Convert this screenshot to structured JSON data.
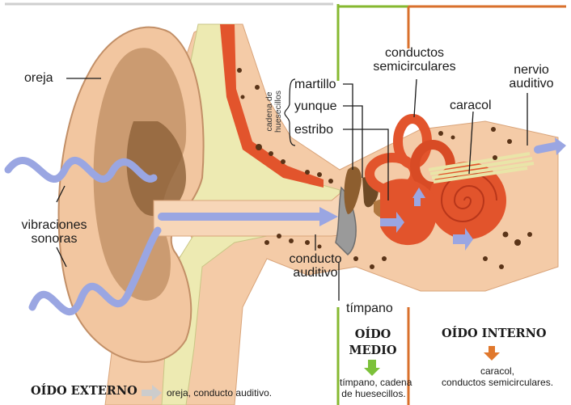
{
  "labels": {
    "oreja": "oreja",
    "vibraciones_line1": "vibraciones",
    "vibraciones_line2": "sonoras",
    "cadena_line1": "cadena de",
    "cadena_line2": "huesecillos",
    "martillo": "martillo",
    "yunque": "yunque",
    "estribo": "estribo",
    "conductos_line1": "conductos",
    "conductos_line2": "semicirculares",
    "caracol": "caracol",
    "nervio_line1": "nervio",
    "nervio_line2": "auditivo",
    "conducto_line1": "conducto",
    "conducto_line2": "auditivo",
    "timpano": "tímpano"
  },
  "sections": {
    "externo": {
      "title": "OÍDO EXTERNO",
      "desc": "oreja, conducto auditivo."
    },
    "medio": {
      "title_line1": "OÍDO",
      "title_line2": "MEDIO",
      "desc_line1": "tímpano, cadena",
      "desc_line2": "de huesecillos."
    },
    "interno": {
      "title": "OÍDO INTERNO",
      "desc_line1": "caracol,",
      "desc_line2": "conductos semicirculares."
    }
  },
  "colors": {
    "skin": "#f4cba7",
    "skin_dark": "#c99a6c",
    "cartilage": "#edeab2",
    "inner_red": "#e2542c",
    "wave": "#9aa6e2",
    "medio_border": "#86b830",
    "interno_border": "#d9702c",
    "arrow_externo": "#cccccc",
    "arrow_medio": "#7cc13a",
    "arrow_interno": "#e0782d"
  }
}
